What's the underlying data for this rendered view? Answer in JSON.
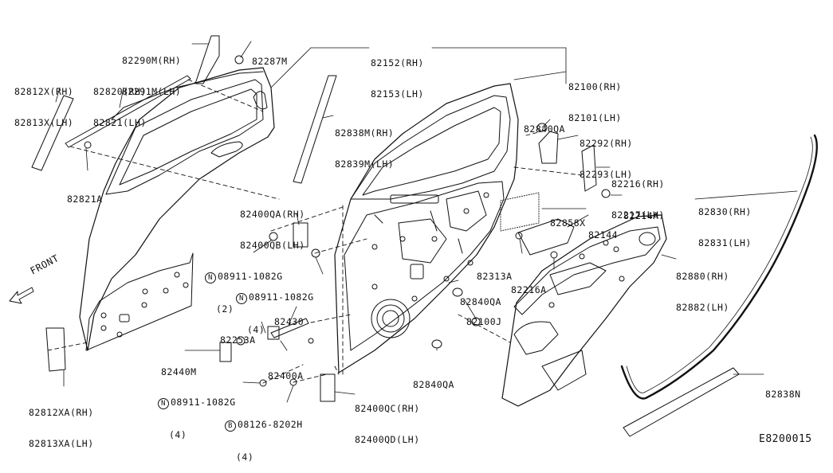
{
  "diagram_code": "E8200015",
  "front_label": "FRONT",
  "parts": {
    "p82290": [
      "82290M(RH)",
      "82291M(LH)"
    ],
    "p82287": [
      "82287M"
    ],
    "p82812": [
      "82812X(RH)",
      "82813X(LH)"
    ],
    "p82820": [
      "82820(RH)",
      "82821(LH)"
    ],
    "p82821A": [
      "82821A"
    ],
    "p82152": [
      "82152(RH)",
      "82153(LH)"
    ],
    "p82100": [
      "82100(RH)",
      "82101(LH)"
    ],
    "p82838M": [
      "82838M(RH)",
      "82839M(LH)"
    ],
    "p82840QA_top": [
      "82840QA"
    ],
    "p82292": [
      "82292(RH)",
      "82293(LH)"
    ],
    "p82216": [
      "82216(RH)",
      "82217(LH)"
    ],
    "p82214A": [
      "82214A"
    ],
    "p82830": [
      "82830(RH)",
      "82831(LH)"
    ],
    "p82400QA": [
      "82400QA(RH)",
      "82400QB(LH)"
    ],
    "p82858X": [
      "82858X"
    ],
    "p82144": [
      "82144"
    ],
    "p08911_a": [
      "08911-1082G",
      "(2)"
    ],
    "p08911_b": [
      "08911-1082G",
      "(4)"
    ],
    "p82313A": [
      "82313A"
    ],
    "p82216A": [
      "82216A"
    ],
    "p82880": [
      "82880(RH)",
      "82882(LH)"
    ],
    "p82840QA_mid": [
      "82840QA"
    ],
    "p82430": [
      "82430"
    ],
    "p82100J": [
      "82100J"
    ],
    "p82253A": [
      "82253A"
    ],
    "p82440M": [
      "82440M"
    ],
    "p82400A": [
      "82400A"
    ],
    "p82840QA_low": [
      "82840QA"
    ],
    "p82812XA": [
      "82812XA(RH)",
      "82813XA(LH)"
    ],
    "p08911_c": [
      "08911-1082G",
      "(4)"
    ],
    "p82400QC": [
      "82400QC(RH)",
      "82400QD(LH)"
    ],
    "p08126": [
      "08126-8202H",
      "(4)"
    ],
    "p82838N": [
      "82838N"
    ]
  },
  "symbols": {
    "nut": "N",
    "bolt": "B"
  }
}
